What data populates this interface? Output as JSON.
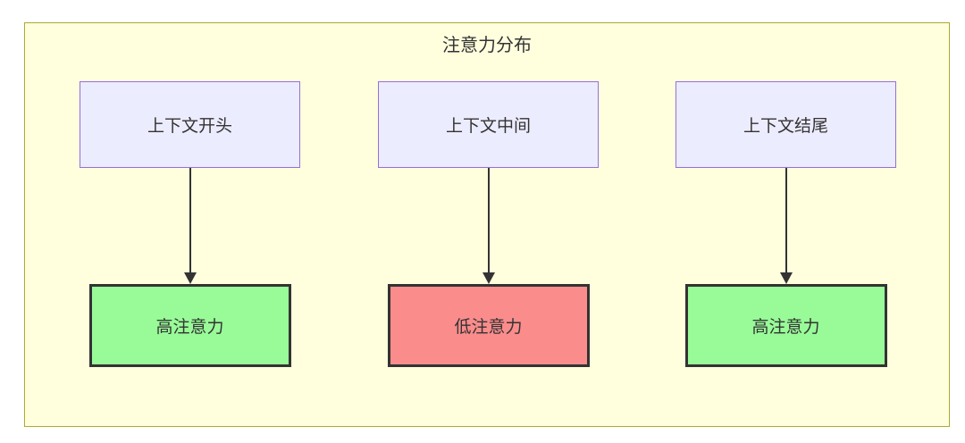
{
  "title": "注意力分布",
  "columns": [
    {
      "top": "上下文开头",
      "bottom": "高注意力",
      "level": "high"
    },
    {
      "top": "上下文中间",
      "bottom": "低注意力",
      "level": "low"
    },
    {
      "top": "上下文结尾",
      "bottom": "高注意力",
      "level": "high"
    }
  ],
  "colors": {
    "container_bg": "#ffffde",
    "container_border": "#aaaa33",
    "node_bg": "#ececff",
    "node_border": "#9370db",
    "high_bg": "#98fb98",
    "low_bg": "#fa8c8c",
    "result_border": "#333333",
    "arrow": "#333333",
    "text": "#333333"
  }
}
